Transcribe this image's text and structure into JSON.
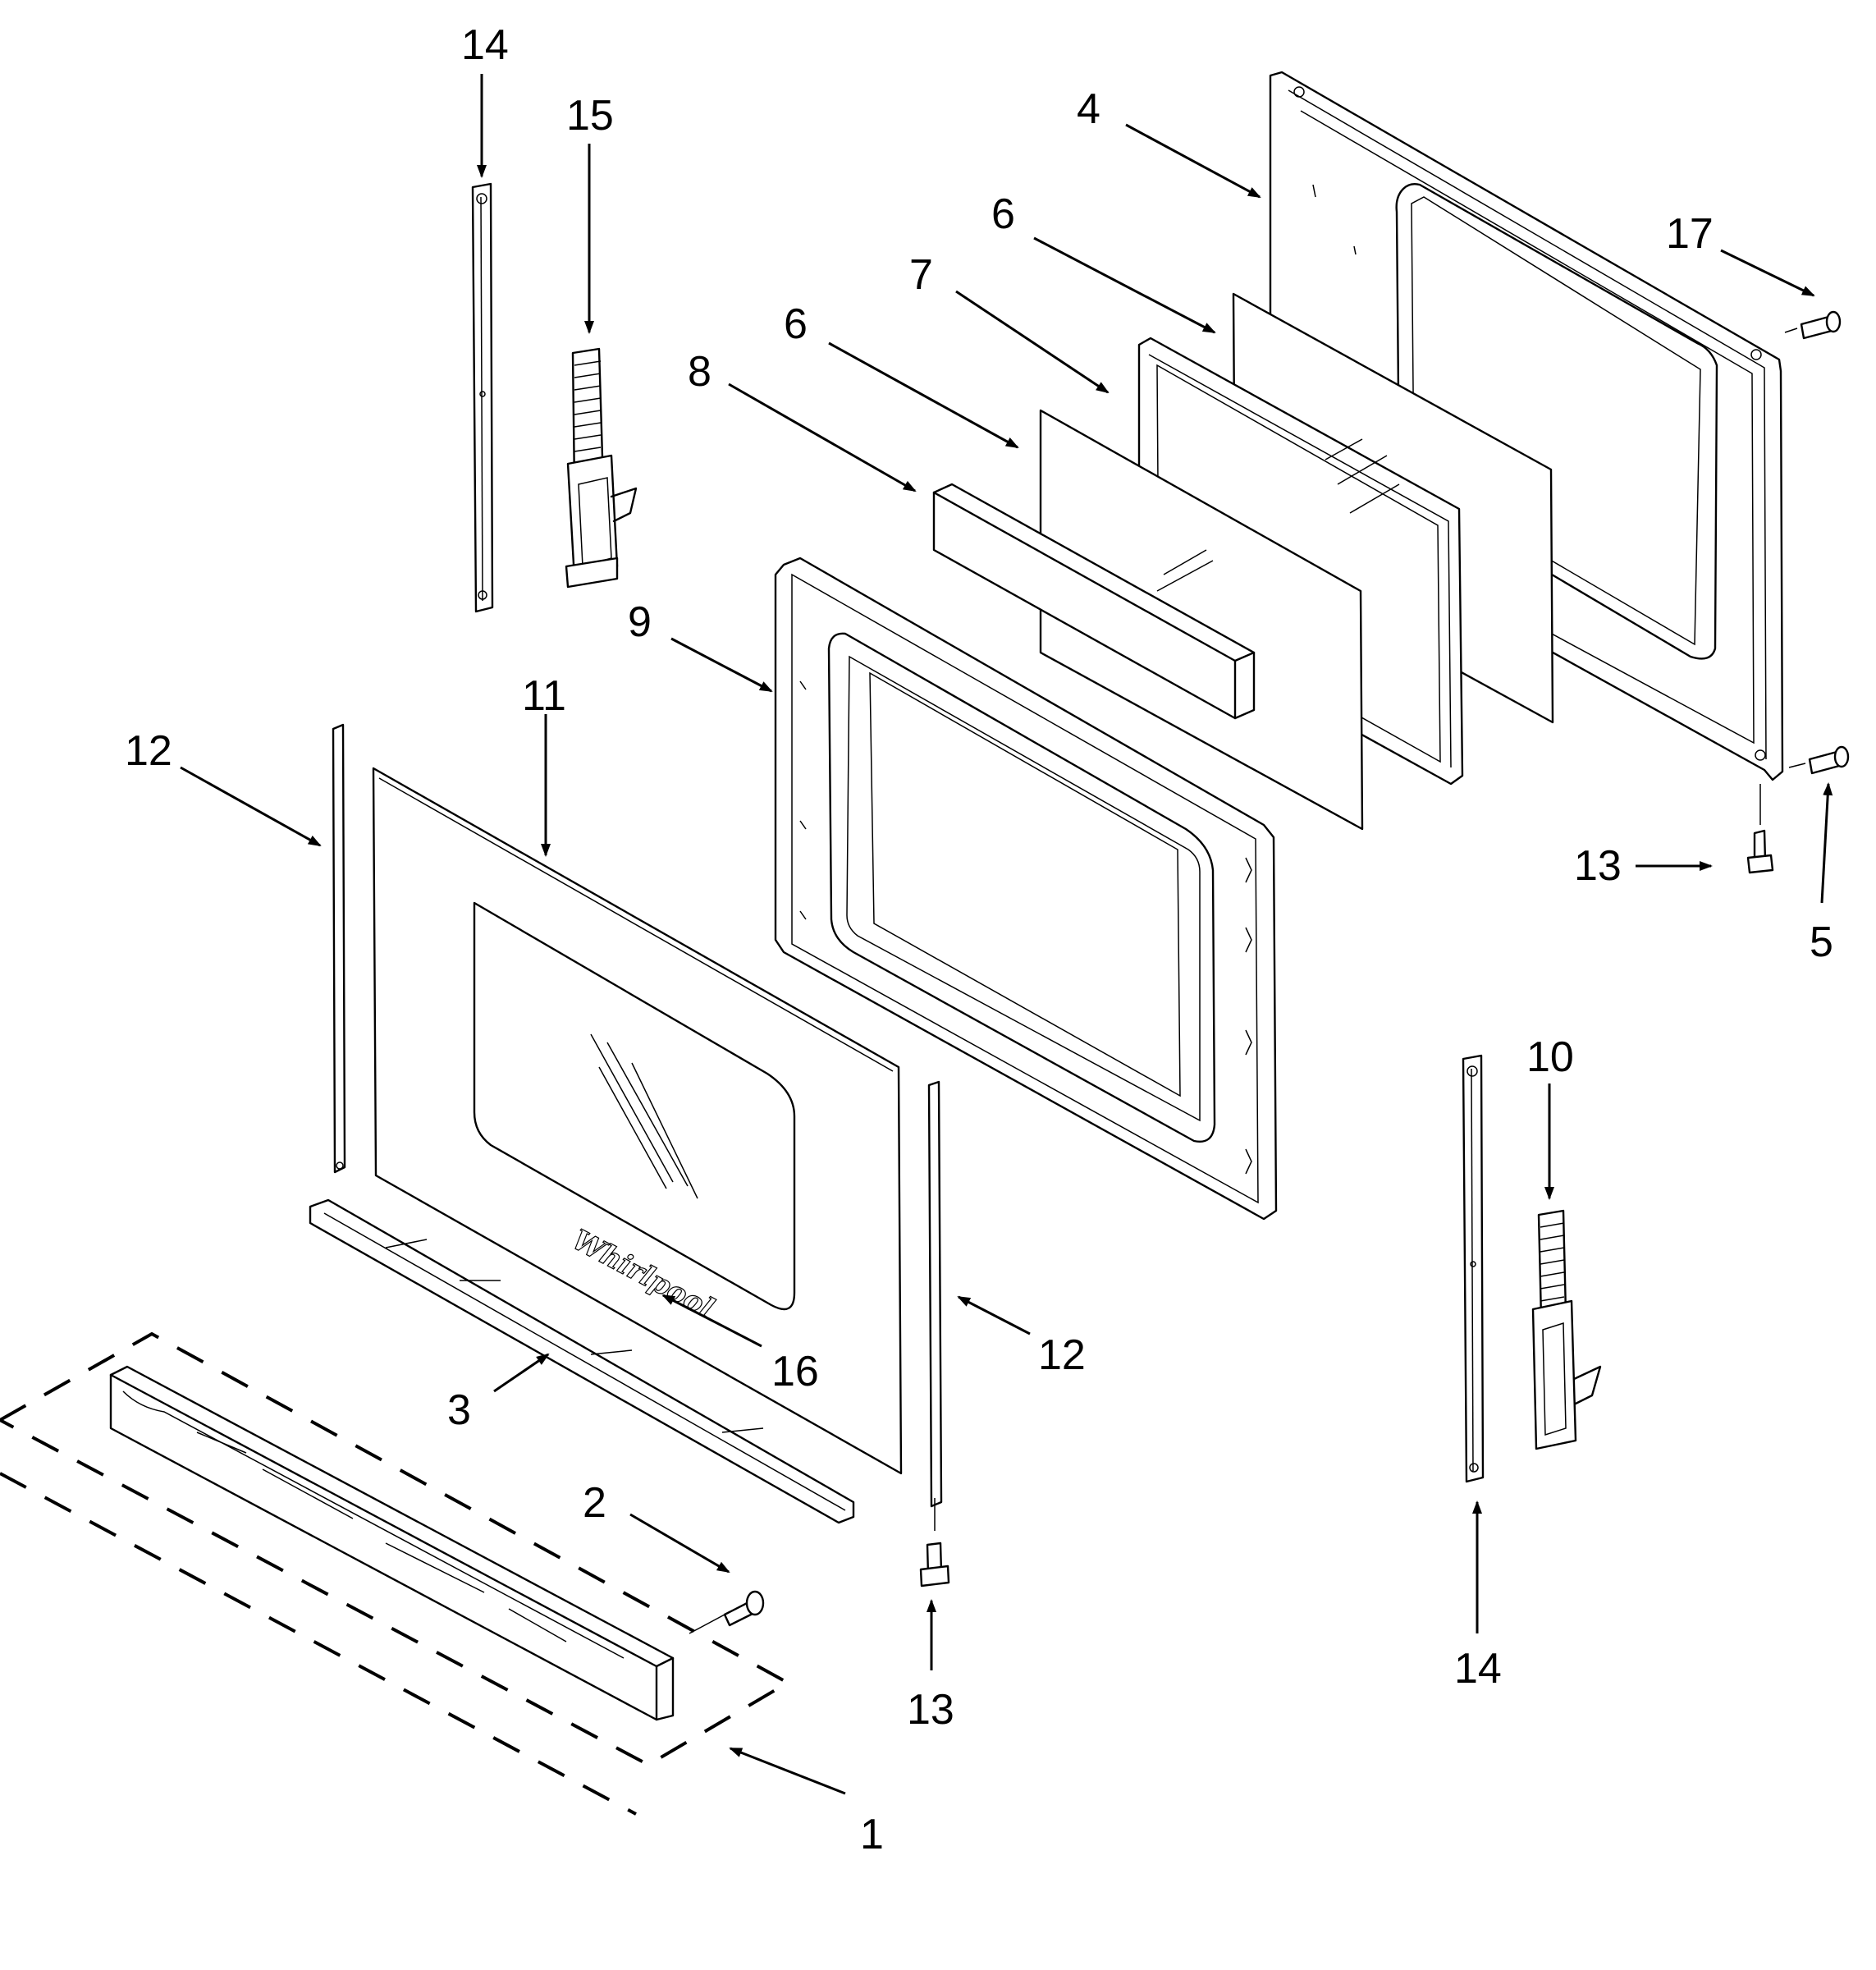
{
  "diagram": {
    "part_numbers": {
      "p1": "1",
      "p2": "2",
      "p3": "3",
      "p4": "4",
      "p5": "5",
      "p6_back": "6",
      "p6_front": "6",
      "p7": "7",
      "p8": "8",
      "p9": "9",
      "p10": "10",
      "p11": "11",
      "p12_left": "12",
      "p12_right": "12",
      "p13_bottom": "13",
      "p13_right": "13",
      "p14_top": "14",
      "p14_bottom": "14",
      "p15": "15",
      "p16": "16",
      "p17": "17"
    },
    "brand_logo": "Whirlpool"
  }
}
